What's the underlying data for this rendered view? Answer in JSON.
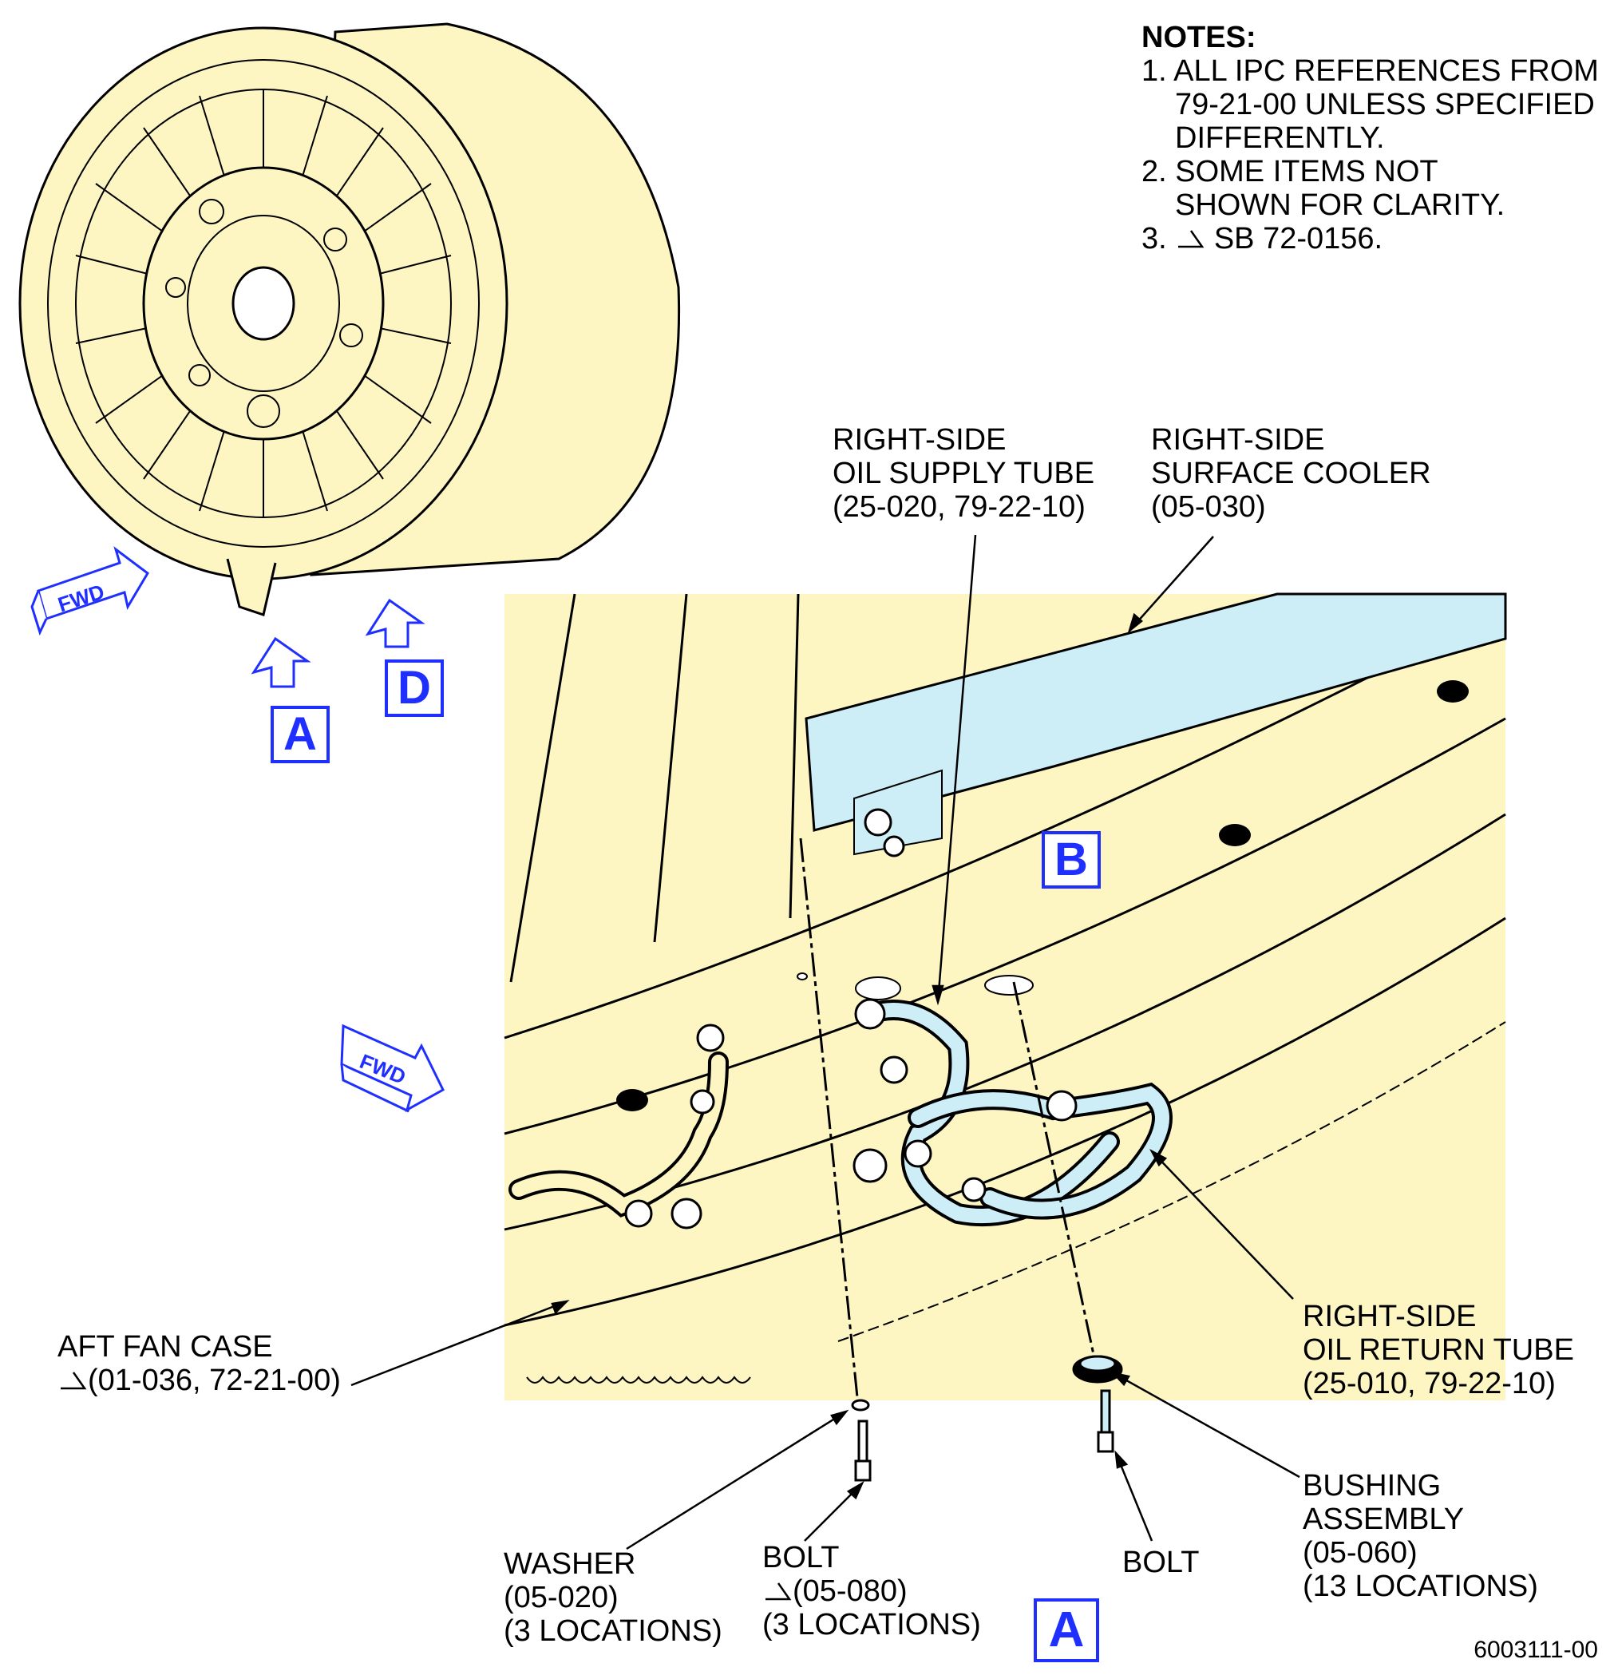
{
  "notes": {
    "title": "NOTES:",
    "lines": [
      "1. ALL IPC REFERENCES FROM",
      "79-21-00 UNLESS SPECIFIED",
      "DIFFERENTLY.",
      "2. SOME ITEMS NOT",
      "SHOWN FOR CLARITY.",
      "3.",
      "SB 72-0156."
    ]
  },
  "view_tags": {
    "a_top": "A",
    "d_top": "D",
    "b": "B",
    "a_bottom": "A"
  },
  "fwd": {
    "top": "FWD",
    "detail": "FWD"
  },
  "callouts": {
    "supply_tube": [
      "RIGHT-SIDE",
      "OIL SUPPLY TUBE",
      "(25-020, 79-22-10)"
    ],
    "surface_cooler": [
      "RIGHT-SIDE",
      "SURFACE COOLER",
      "(05-030)"
    ],
    "aft_fan_case": [
      "AFT FAN CASE",
      "(01-036, 72-21-00)"
    ],
    "return_tube": [
      "RIGHT-SIDE",
      "OIL RETURN TUBE",
      "(25-010, 79-22-10)"
    ],
    "bushing": [
      "BUSHING",
      "ASSEMBLY",
      "(05-060)",
      "(13 LOCATIONS)"
    ],
    "washer": [
      "WASHER",
      "(05-020)",
      "(3 LOCATIONS)"
    ],
    "bolt_left": [
      "BOLT",
      "(05-080)",
      "(3 LOCATIONS)"
    ],
    "bolt_right": [
      "BOLT"
    ]
  },
  "figure_number": "6003111-00",
  "colors": {
    "part_fill": "#fdf6c3",
    "cooler_fill": "#cdeef7",
    "tag_blue": "#1f2fff",
    "line": "#000000"
  }
}
